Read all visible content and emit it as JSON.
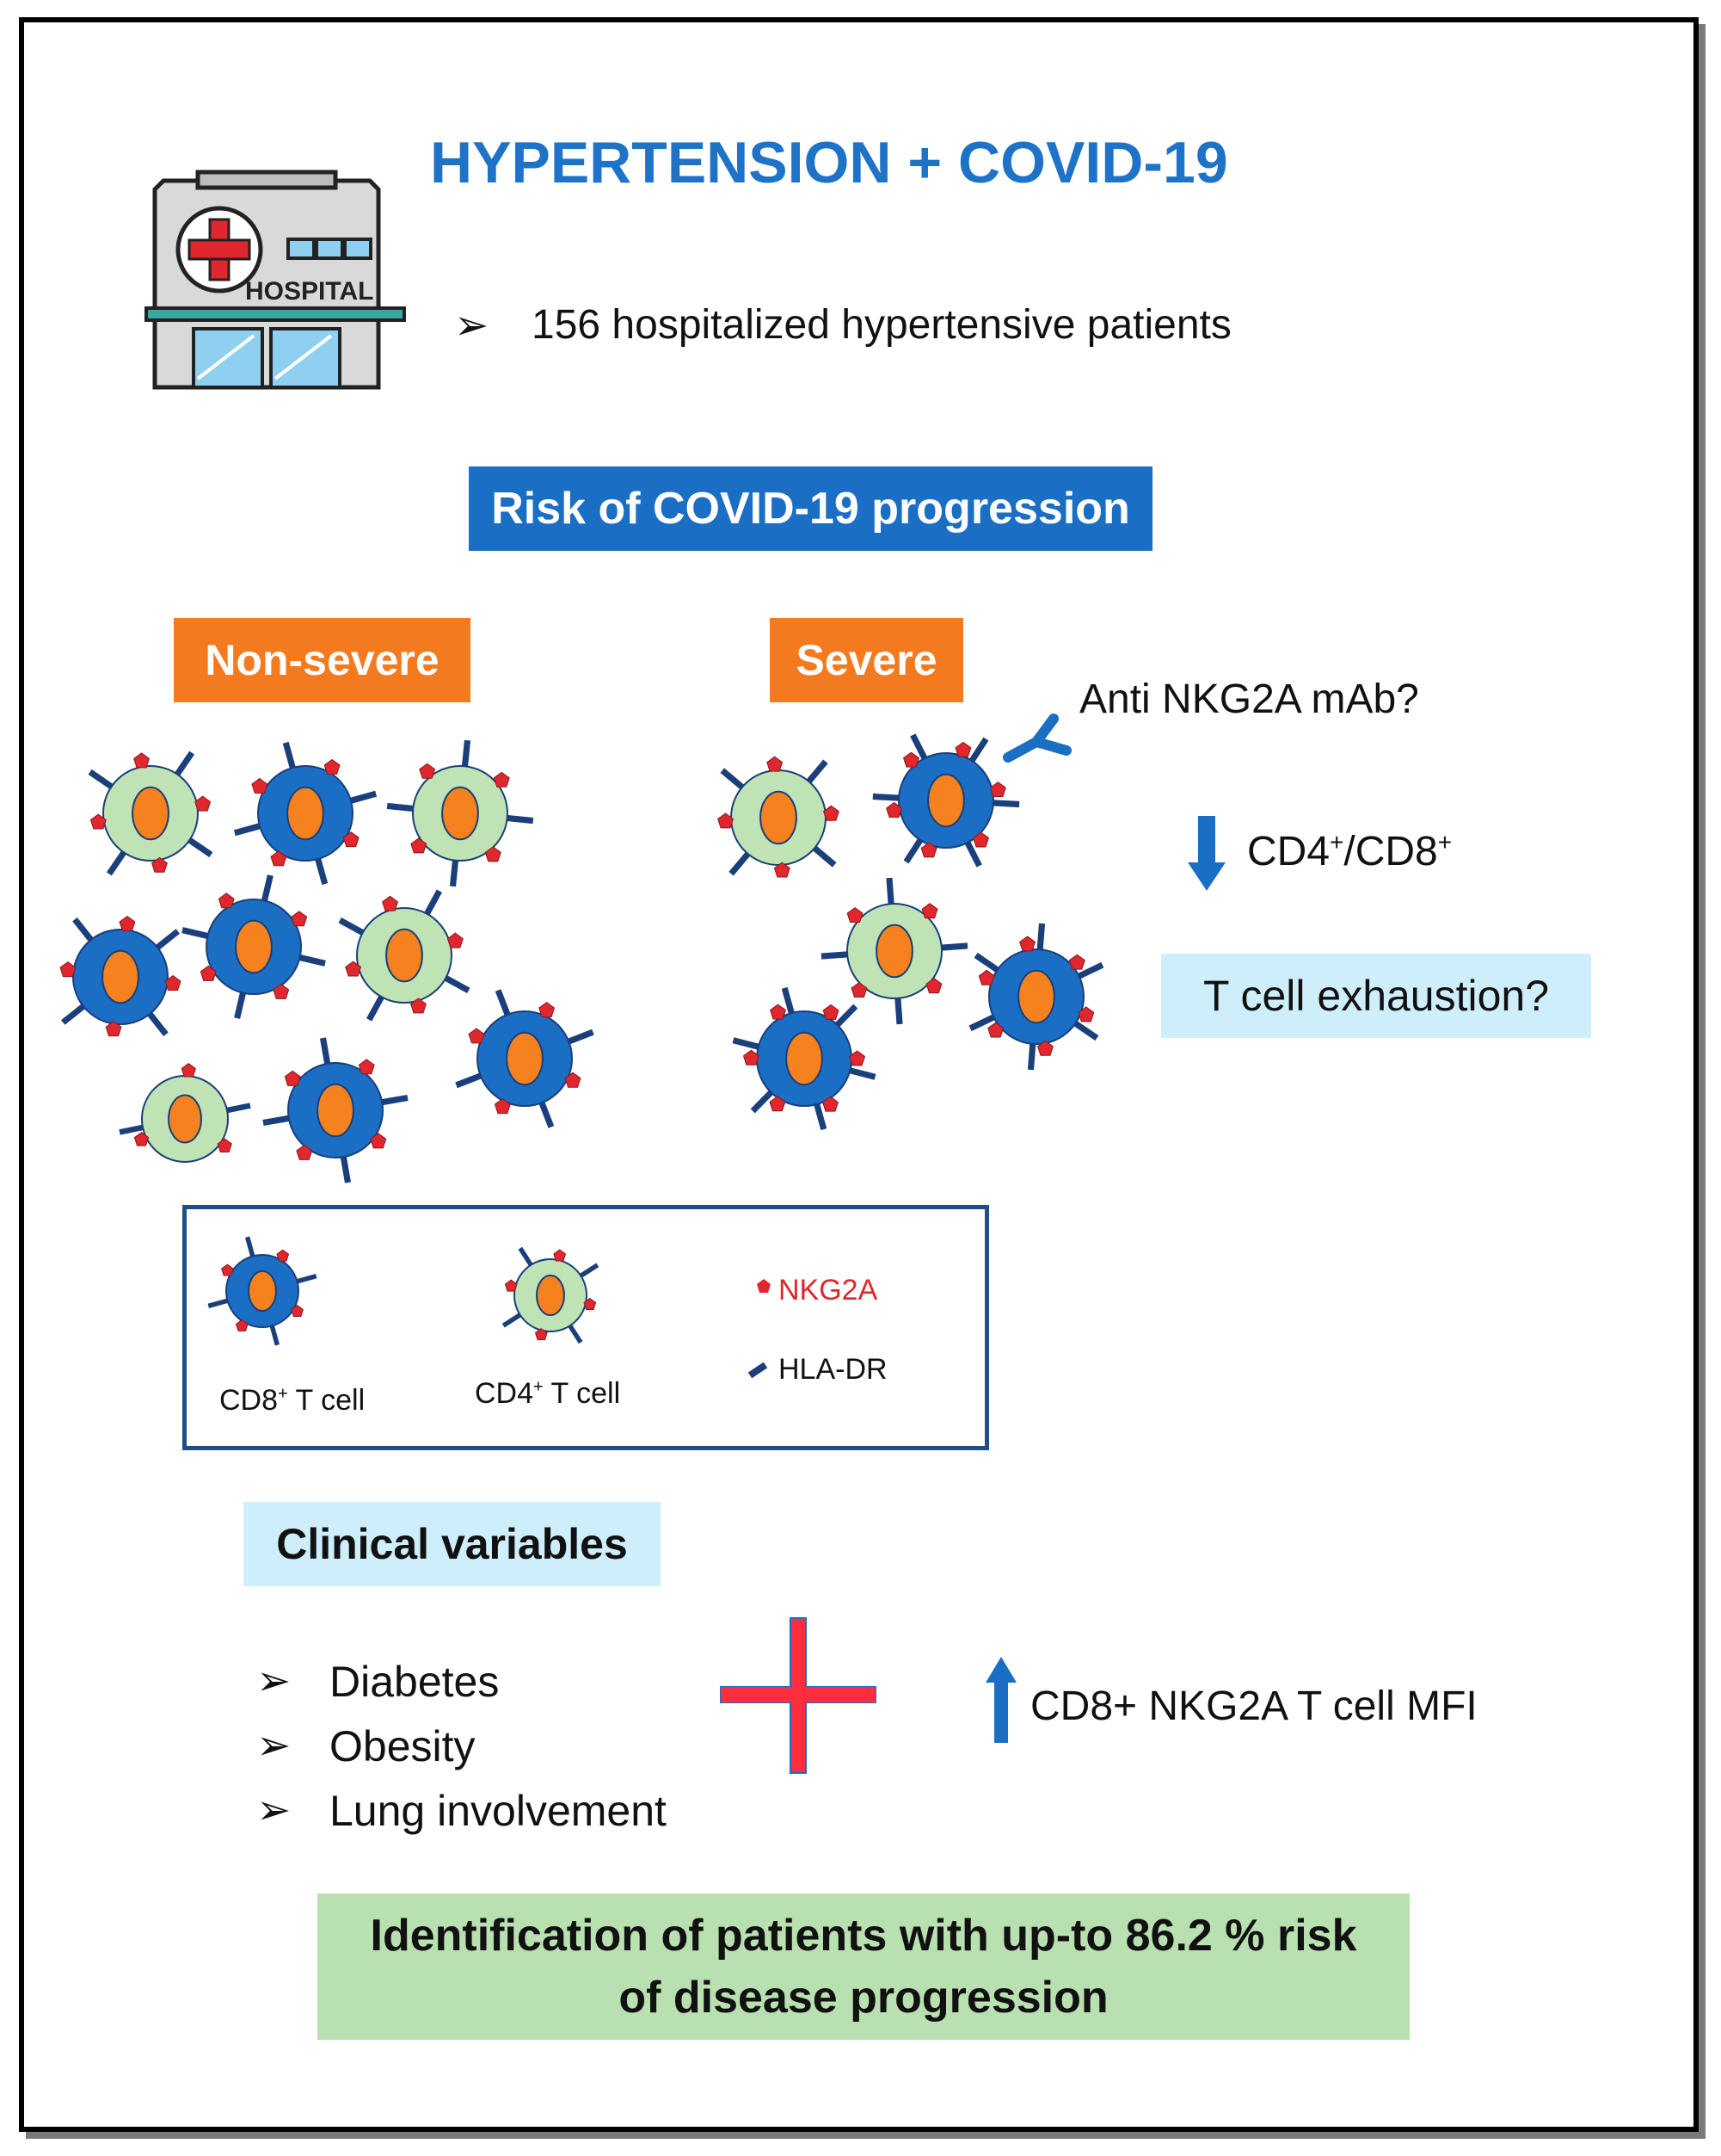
{
  "title": "HYPERTENSION + COVID-19",
  "hospital": {
    "sign_text": "HOSPITAL",
    "bullet": "156 hospitalized hypertensive patients"
  },
  "risk_box": "Risk of COVID-19 progression",
  "groups": {
    "non_severe": "Non-severe",
    "severe": "Severe"
  },
  "annotations": {
    "anti_nkg2a": "Anti NKG2A mAb?",
    "ratio": "CD4+/CD8+",
    "exhaustion": "T cell exhaustion?"
  },
  "legend": {
    "cd8": "CD8",
    "cd4": "CD4",
    "sup": "+",
    "t_cell": " T cell",
    "nkg2a": "NKG2A",
    "hla_dr": "HLA-DR"
  },
  "clinical": {
    "heading": "Clinical variables",
    "items": [
      "Diabetes",
      "Obesity",
      "Lung involvement"
    ],
    "marker": "CD8+ NKG2A T cell MFI"
  },
  "conclusion": {
    "line1": "Identification of patients with up-to 86.2 % risk",
    "line2": "of disease progression"
  },
  "colors": {
    "title_blue": "#1e73c8",
    "cd8_cell": "#1a6ec4",
    "cd4_cell": "#bfe3b5",
    "nucleus": "#f5821f",
    "nkg2a": "#e0262e",
    "hla_dr": "#1a3f7a",
    "orange_box": "#f47a20",
    "conclusion_green": "#b8e0b0"
  }
}
